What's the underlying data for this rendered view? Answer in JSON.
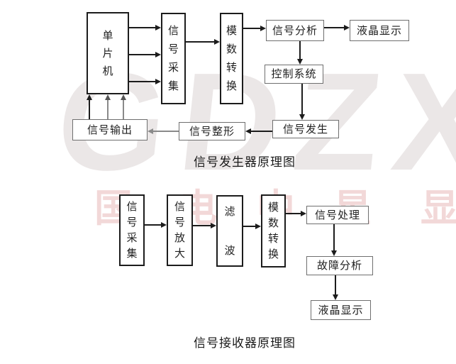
{
  "watermark": {
    "logo_text": "GDZX",
    "company_chars": [
      "国",
      "电",
      "中",
      "星",
      "显"
    ],
    "logo_color": "#ebe7e7",
    "company_color": "#f2d8d8"
  },
  "colors": {
    "background": "#ffffff",
    "dark_box_border": "#1c1c1c",
    "gray_box_border": "#6f6f6f",
    "arrow_dark": "#1c1c1c",
    "arrow_gray": "#8a8a8a",
    "text": "#1f1f1f"
  },
  "generator": {
    "title": "信号发生器原理图",
    "boxes": {
      "mcu": "单片机",
      "signal_acquisition": "信号采集",
      "ad_conversion": "模数转换",
      "signal_analysis": "信号分析",
      "lcd_display": "液晶显示",
      "control_system": "控制系统",
      "signal_generation": "信号发生",
      "signal_shaping": "信号整形",
      "signal_output": "信号输出"
    }
  },
  "receiver": {
    "title": "信号接收器原理图",
    "boxes": {
      "signal_acquisition": "信号采集",
      "signal_amplification": "信号放大",
      "filter": "滤波",
      "ad_conversion": "模数转换",
      "signal_processing": "信号处理",
      "fault_analysis": "故障分析",
      "lcd_display": "液晶显示"
    }
  }
}
